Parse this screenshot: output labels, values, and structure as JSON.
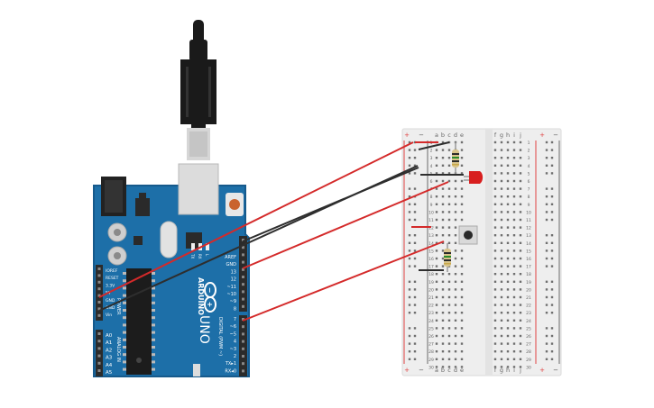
{
  "colors": {
    "board": "#1d6fa8",
    "board_edge": "#165a8c",
    "header": "#2b2b2b",
    "wire_red": "#d42a2a",
    "wire_black": "#2e2e2e",
    "breadboard": "#eeeeee",
    "rail_red": "#e04141",
    "rail_blue": "#6a6a6a",
    "led": "#d81f1f",
    "usb_plug": "#1a1a1a"
  },
  "arduino": {
    "brand": "ARDUINO",
    "model": "UNO",
    "logo_symbols": "-+",
    "power_label": "POWER",
    "analog_label": "ANALOG IN",
    "digital_label": "DIGITAL (PWM ~)",
    "led_labels": [
      "TX",
      "RX",
      "L"
    ],
    "power_pins": [
      "IOREF",
      "RESET",
      "3.3V",
      "5V",
      "GND",
      "GND",
      "Vin"
    ],
    "analog_pins": [
      "A0",
      "A1",
      "A2",
      "A3",
      "A4",
      "A5"
    ],
    "top_pins": [
      "AREF",
      "GND",
      "13",
      "12",
      "~11",
      "~10",
      "~9",
      "8"
    ],
    "bottom_pins": [
      "7",
      "~6",
      "~5",
      "4",
      "~3",
      "2",
      "TX▸1",
      "RX◂0"
    ]
  },
  "breadboard": {
    "columns_left": [
      "a",
      "b",
      "c",
      "d",
      "e"
    ],
    "columns_right": [
      "f",
      "g",
      "h",
      "i",
      "j"
    ],
    "rows": [
      "1",
      "2",
      "3",
      "4",
      "5",
      "6",
      "7",
      "8",
      "9",
      "10",
      "11",
      "12",
      "13",
      "14",
      "15",
      "16",
      "17",
      "18",
      "19",
      "20",
      "21",
      "22",
      "23",
      "24",
      "25",
      "26",
      "27",
      "28",
      "29",
      "30"
    ],
    "rail_plus": "+",
    "rail_minus": "−"
  }
}
